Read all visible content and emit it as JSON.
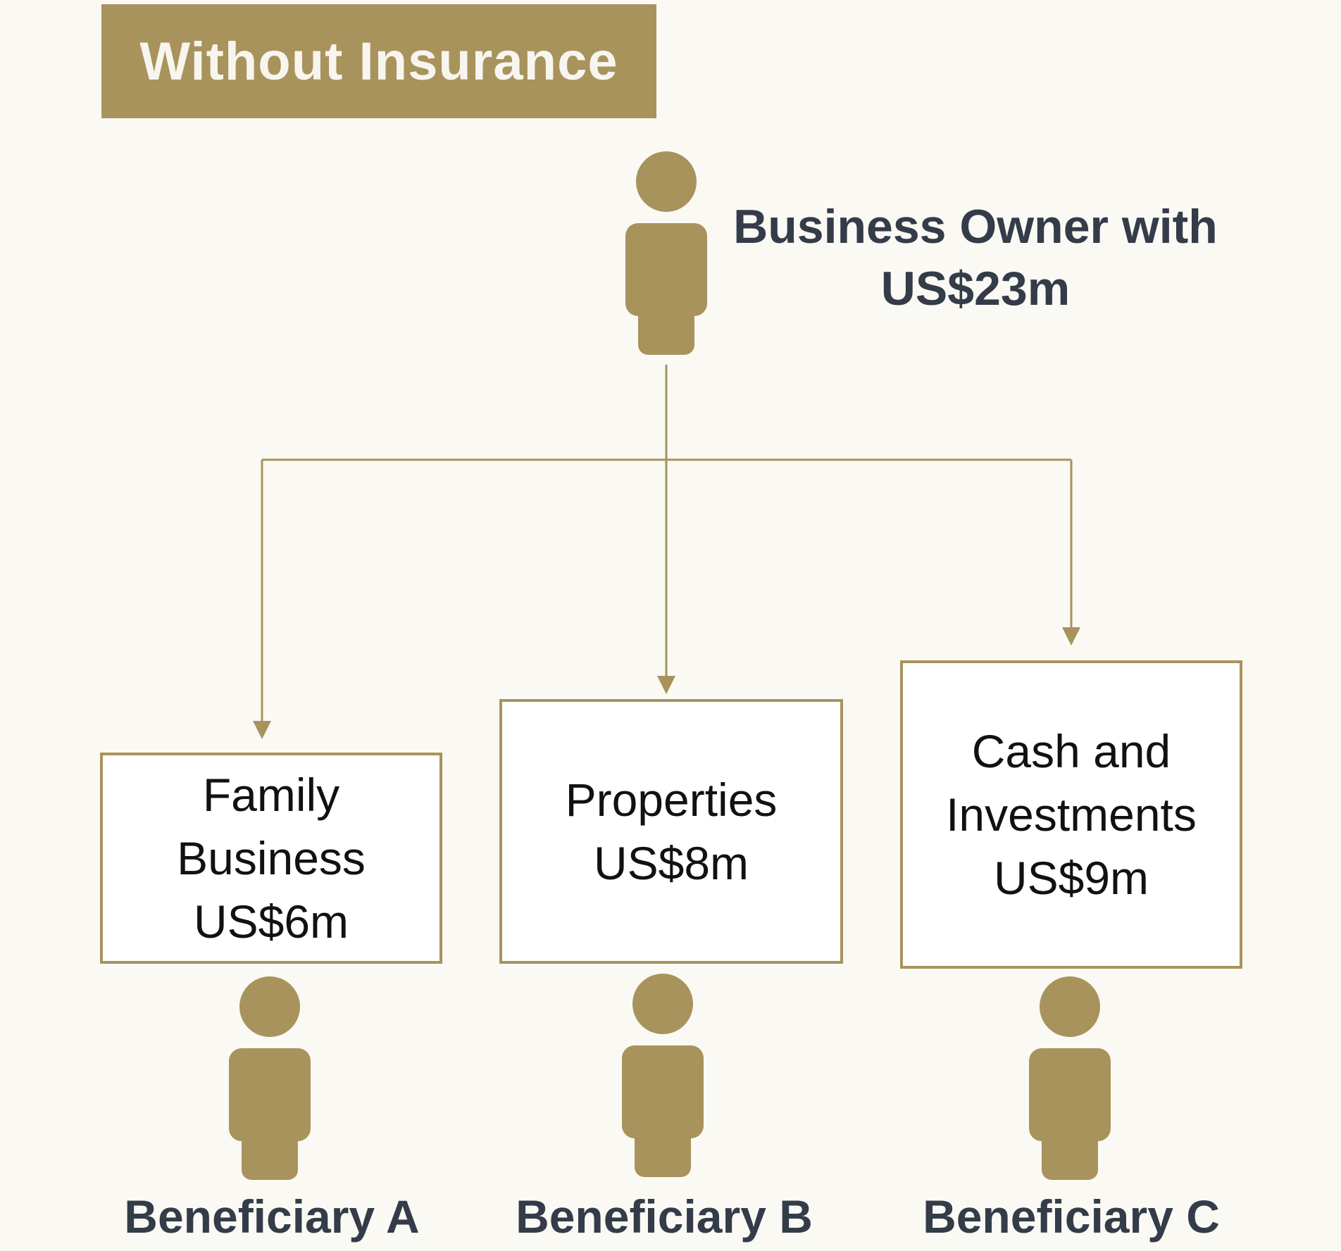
{
  "header": {
    "title": "Without Insurance"
  },
  "owner": {
    "label_line1": "Business Owner with",
    "label_line2": "US$23m",
    "icon": "person-icon"
  },
  "assets": [
    {
      "line1": "Family",
      "line2": "Business",
      "line3": "US$6m"
    },
    {
      "line1": "Properties",
      "line2": "US$8m"
    },
    {
      "line1": "Cash and",
      "line2": "Investments",
      "line3": "US$9m"
    }
  ],
  "beneficiaries": [
    {
      "label": "Beneficiary A",
      "icon": "person-icon"
    },
    {
      "label": "Beneficiary B",
      "icon": "person-icon"
    },
    {
      "label": "Beneficiary C",
      "icon": "person-icon"
    }
  ],
  "colors": {
    "accent": "#a8935c",
    "text_dark": "#333c48",
    "background": "#faf9f4"
  }
}
